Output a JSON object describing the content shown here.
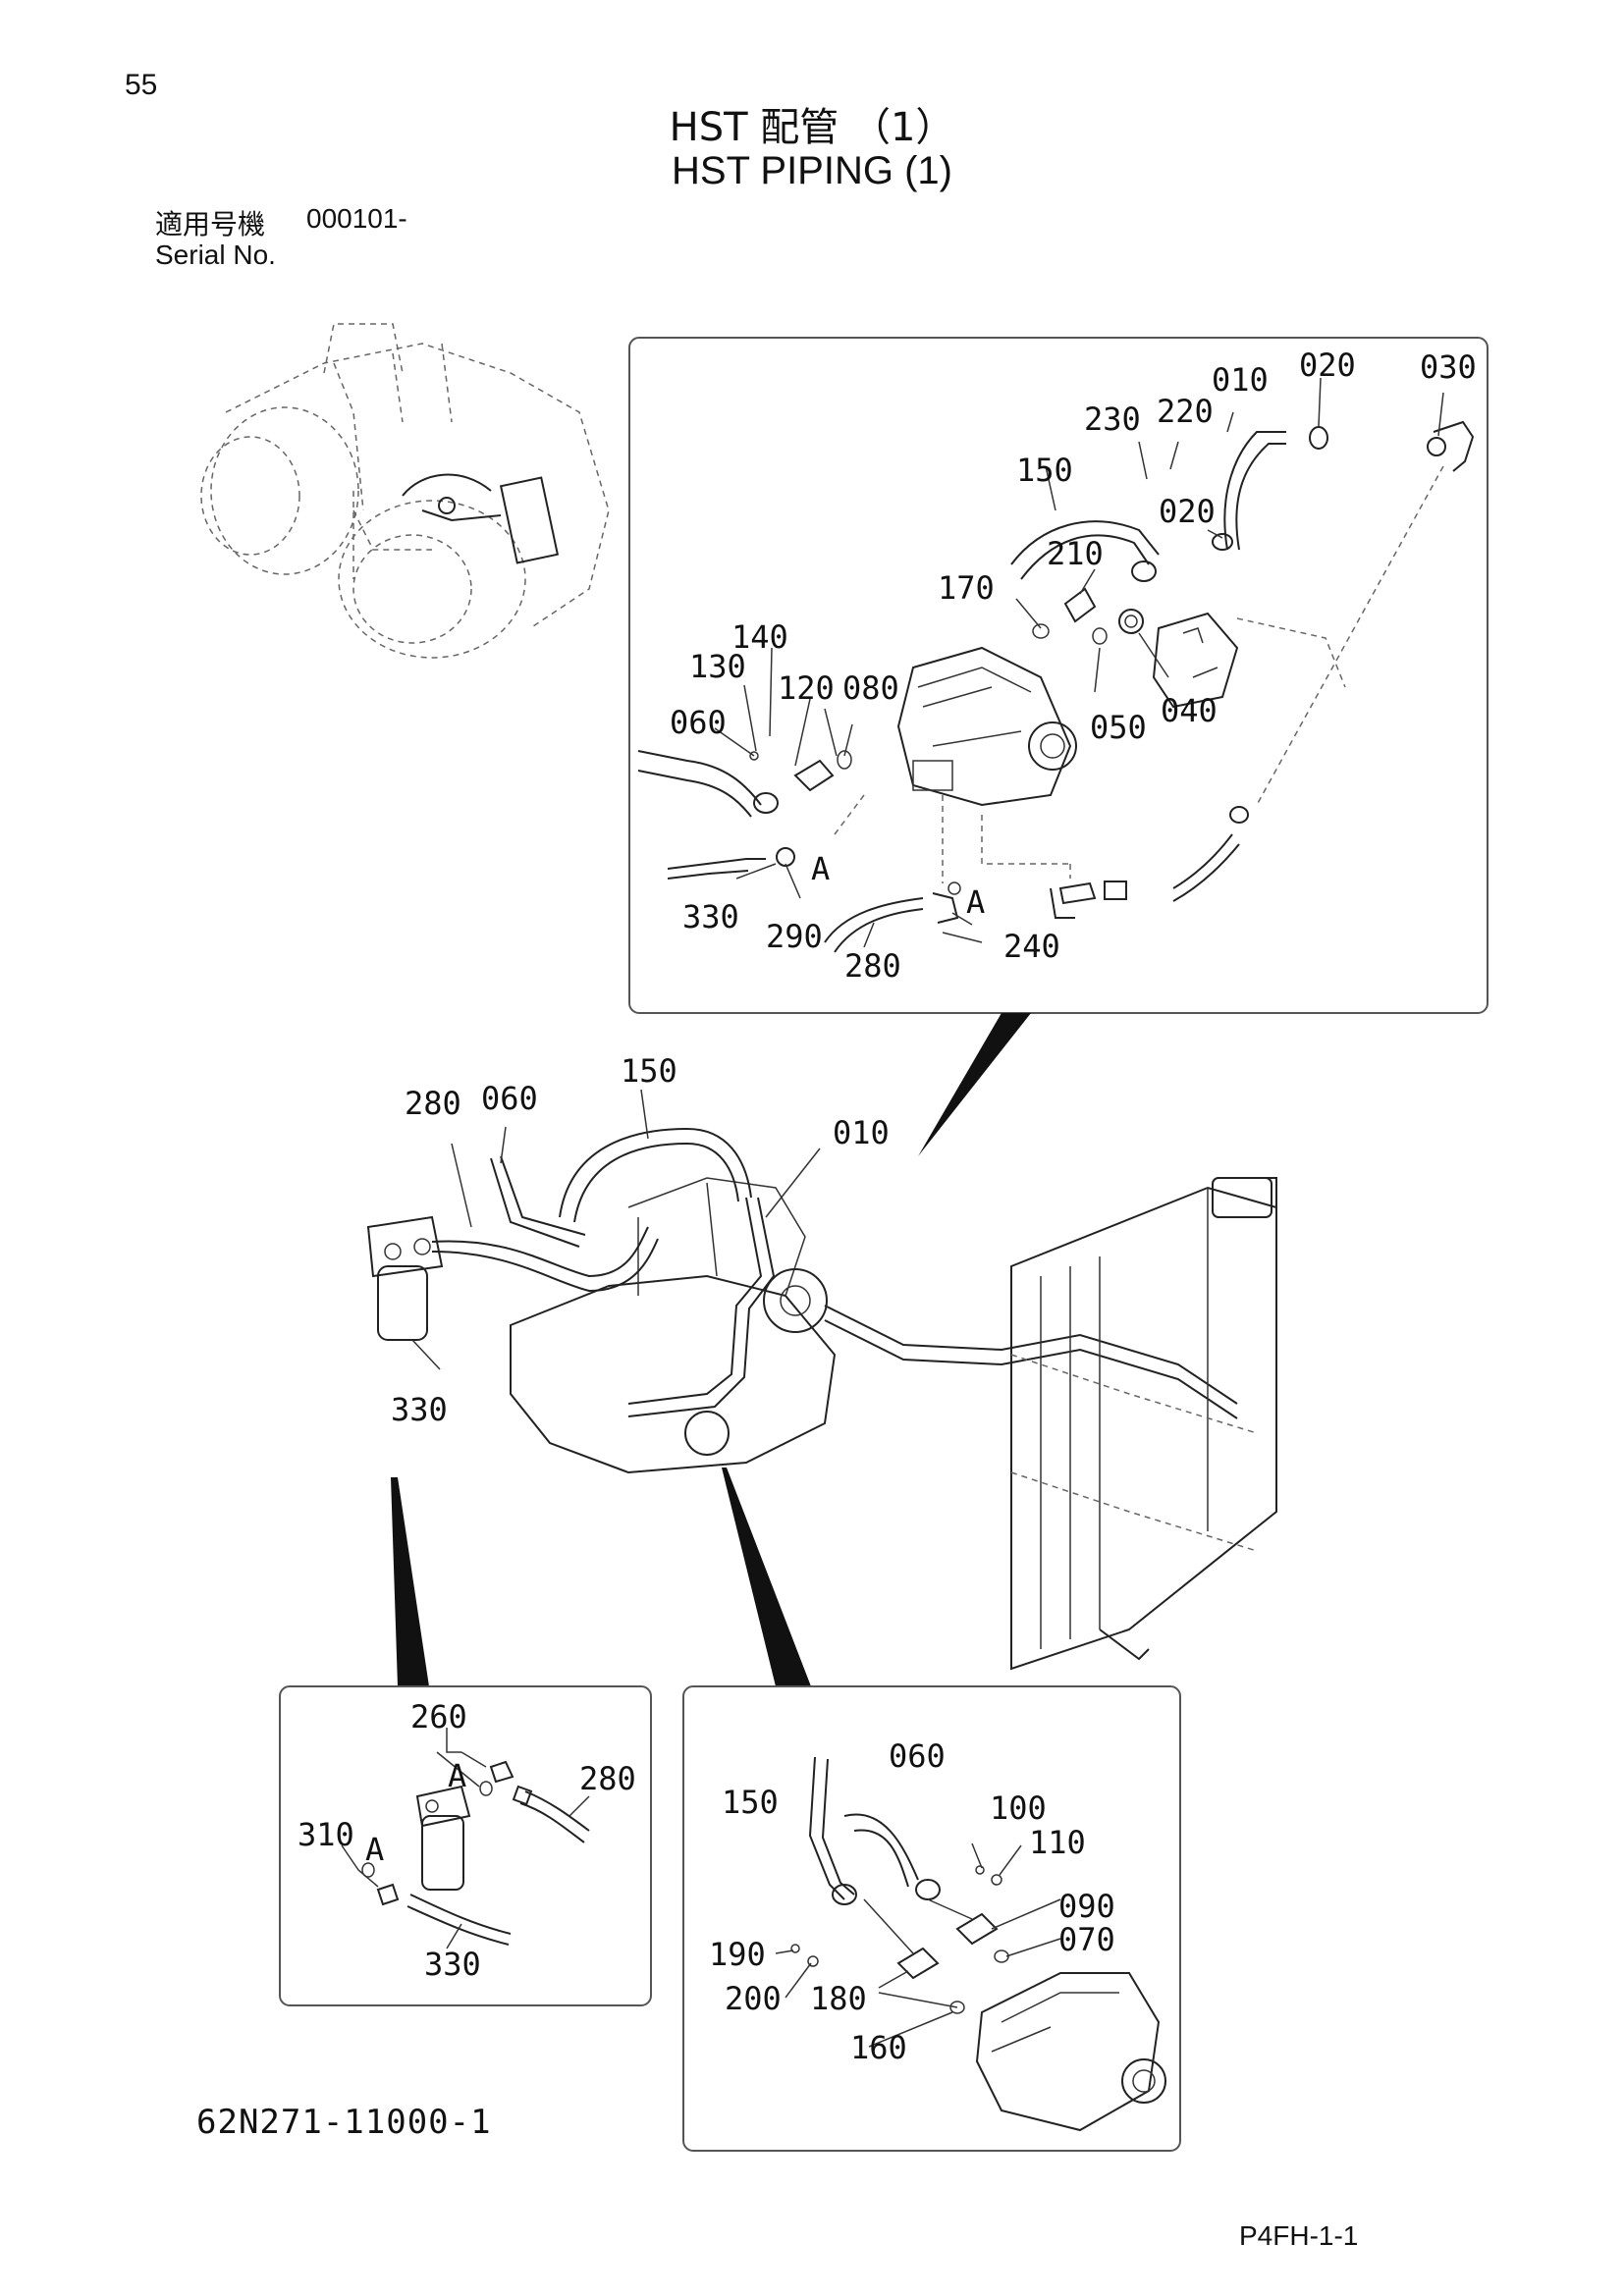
{
  "page_number": "55",
  "title_jp": "HST 配管 （1）",
  "title_en": "HST PIPING (1)",
  "serial": {
    "label_jp": "適用号機",
    "value": "000101-",
    "label_en": "Serial No."
  },
  "callouts": {
    "top_detail": [
      "010",
      "020",
      "030",
      "230",
      "220",
      "150",
      "020",
      "210",
      "170",
      "140",
      "130",
      "120",
      "080",
      "060",
      "050",
      "040",
      "330",
      "290",
      "280",
      "240"
    ],
    "main_view": [
      "280",
      "060",
      "150",
      "010",
      "330"
    ],
    "bottom_left_detail": [
      "260",
      "280",
      "310",
      "330"
    ],
    "bottom_right_detail": [
      "060",
      "150",
      "100",
      "110",
      "090",
      "070",
      "190",
      "200",
      "180",
      "160"
    ]
  },
  "ref_marks": [
    "A",
    "A",
    "A",
    "A"
  ],
  "drawing_code": "62N271-11000-1",
  "page_code": "P4FH-1-1"
}
